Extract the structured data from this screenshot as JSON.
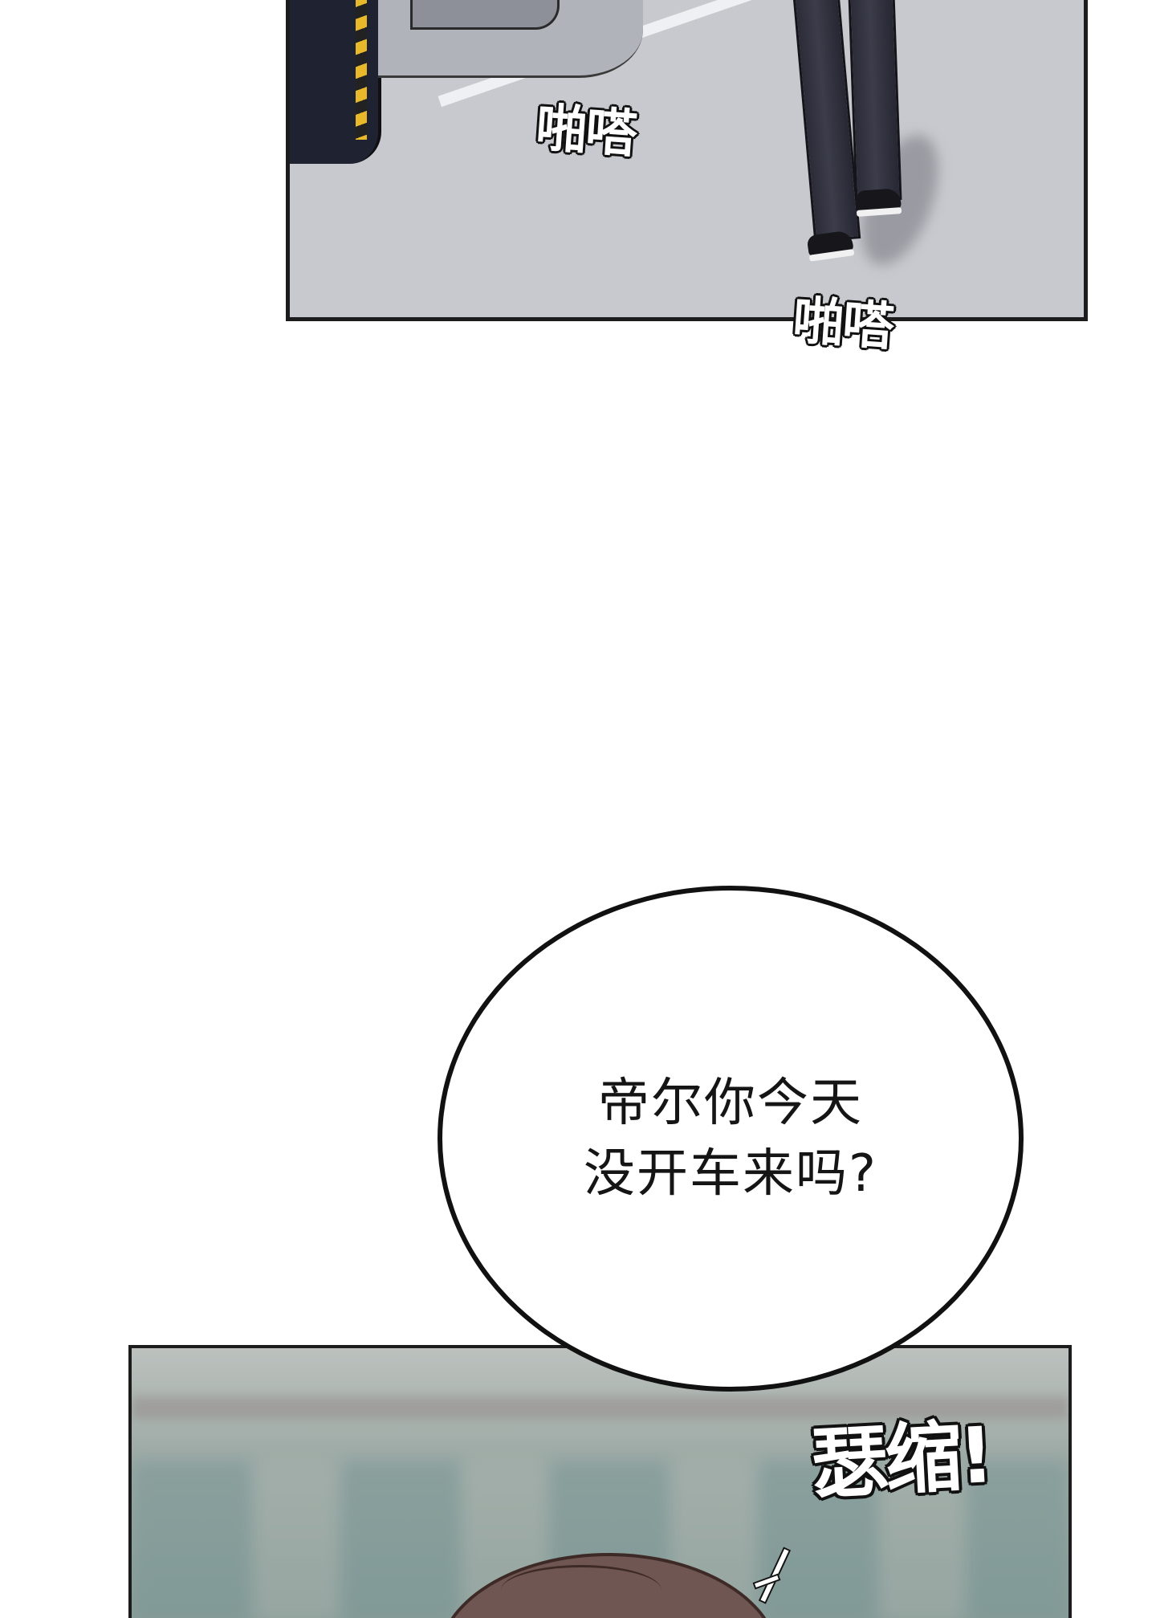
{
  "panels": {
    "top": {
      "sfx": [
        "啪嗒",
        "啪嗒"
      ]
    },
    "bubble": {
      "lines": [
        "帝尔你今天",
        "没开车来吗?"
      ]
    },
    "bottom": {
      "sfx": "瑟缩!"
    }
  },
  "colors": {
    "panel_border": "#1c1c1c",
    "top_panel_bg": "#c8c9ce",
    "bottom_panel_bg": "#9eaba6",
    "hair": "#6f5652"
  }
}
